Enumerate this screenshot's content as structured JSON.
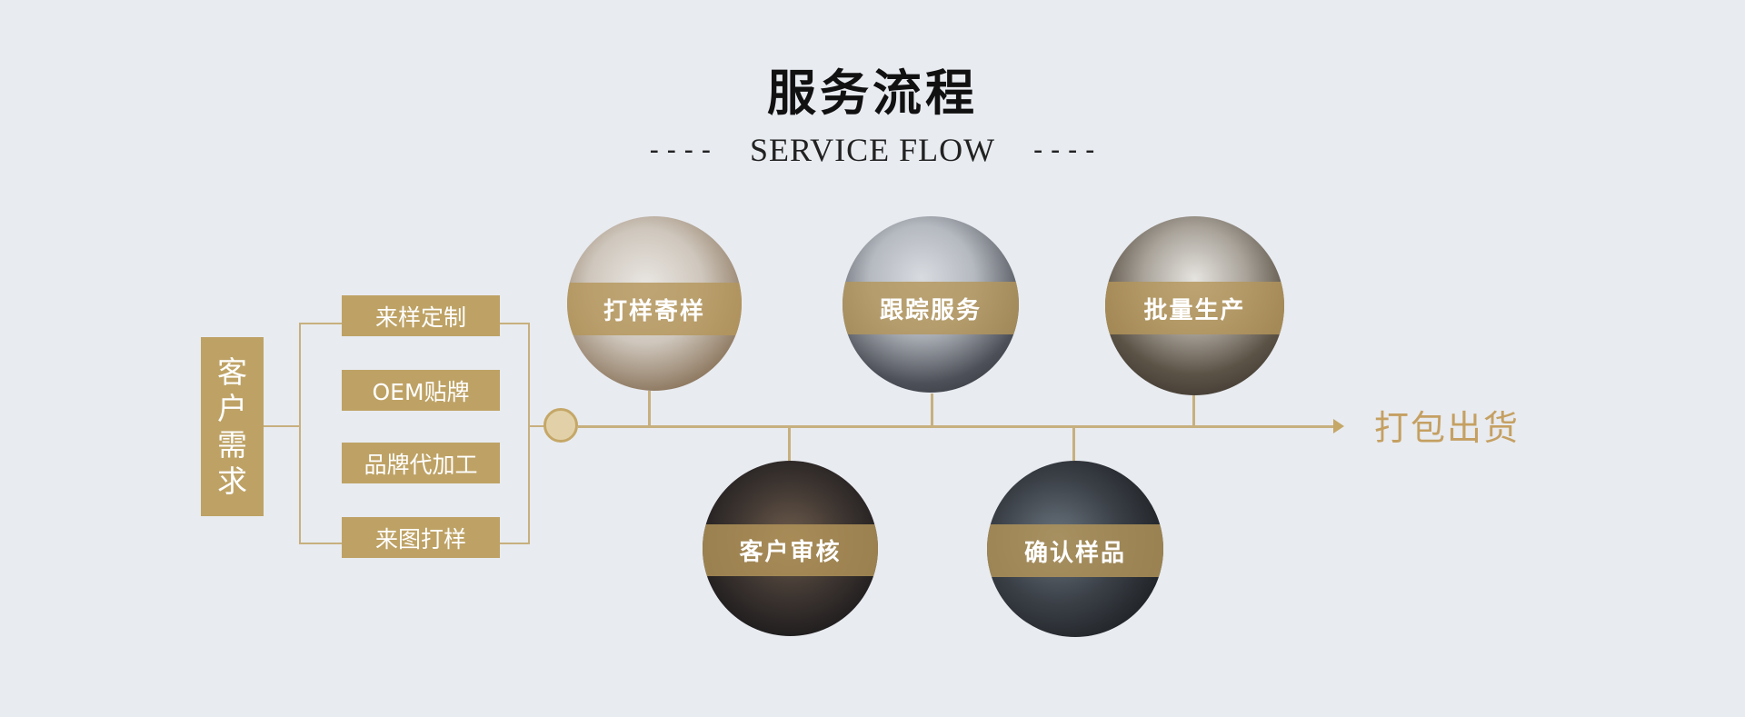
{
  "header": {
    "title": "服务流程",
    "dash_left": "----",
    "subtitle": "SERVICE FLOW",
    "dash_right": "----"
  },
  "customer_need": [
    "客",
    "户",
    "需",
    "求"
  ],
  "options": [
    "来样定制",
    "OEM贴牌",
    "品牌代加工",
    "来图打样"
  ],
  "steps": [
    {
      "label": "打样寄样",
      "position": "top"
    },
    {
      "label": "客户审核",
      "position": "bottom"
    },
    {
      "label": "跟踪服务",
      "position": "top"
    },
    {
      "label": "确认样品",
      "position": "bottom"
    },
    {
      "label": "批量生产",
      "position": "top"
    }
  ],
  "end_label": "打包出货",
  "colors": {
    "background": "#e8ebf0",
    "gold": "#bea265",
    "line": "#c7b07e",
    "end_text": "#c5a062"
  }
}
